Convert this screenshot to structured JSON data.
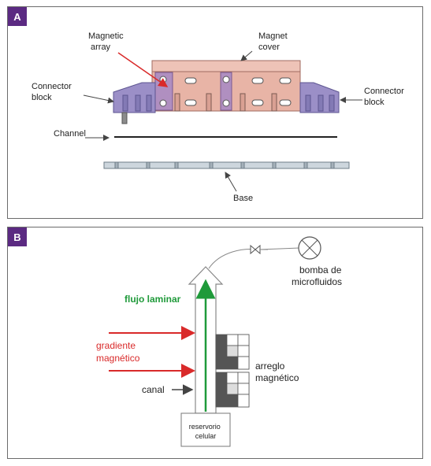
{
  "panel_a": {
    "tag": "A",
    "labels": {
      "magnetic_array": [
        "Magnetic",
        "array"
      ],
      "magnet_cover": [
        "Magnet",
        "cover"
      ],
      "connector_block_left": [
        "Connector",
        "block"
      ],
      "connector_block_right": [
        "Connector",
        "block"
      ],
      "channel": "Channel",
      "base": "Base"
    }
  },
  "panel_b": {
    "tag": "B",
    "labels": {
      "pump": [
        "bomba de",
        "microfluidos"
      ],
      "laminar_flow": "flujo laminar",
      "gradient": [
        "gradiente",
        "magnético"
      ],
      "array": [
        "arreglo",
        "magnético"
      ],
      "channel": "canal",
      "reservoir": [
        "reservorio",
        "celular"
      ]
    }
  },
  "colors": {
    "tag_bg": "#5b2a82",
    "cover": "#e8b4a6",
    "connector": "#9b8fc7",
    "red_arrow": "#d92a2a",
    "green_flow": "#1f9a3a"
  }
}
